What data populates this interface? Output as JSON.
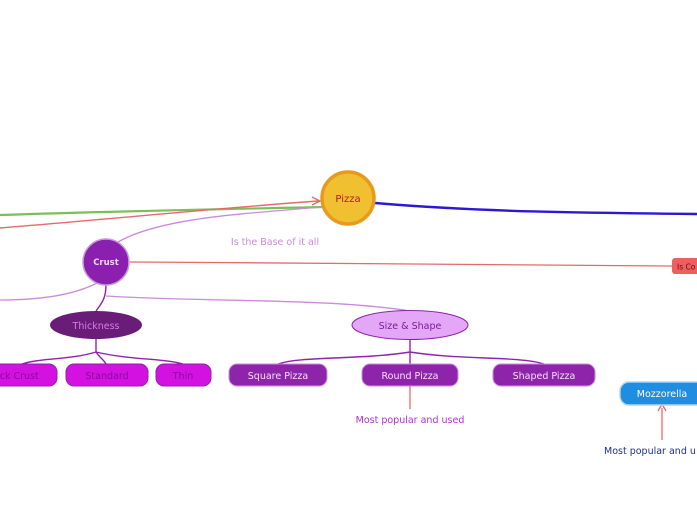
{
  "colors": {
    "root_fill": "#f0c030",
    "root_stroke": "#e89a1e",
    "root_text": "#b8192b",
    "crust_fill": "#8a1fb0",
    "crust_stroke": "#c59ad9",
    "thickness_fill": "#6a1d78",
    "thickness_text": "#d77ae8",
    "magenta_node": "#d311e0",
    "magenta_text": "#8a0aa0",
    "violet_node": "#8e24aa",
    "lilac_fill": "#e4a6f7",
    "lilac_text": "#7a1d9a",
    "purple_line": "#8e24aa",
    "lilac_line": "#c98bdd",
    "red_line": "#e46a6a",
    "green_line": "#7bbf5a",
    "blue_line": "#2b18d6",
    "tag_fill": "#ee5f5f",
    "cheese_fill": "#1f8de0",
    "cheese_stroke": "#a9d8f7",
    "navy_text": "#1b2f9b",
    "note_purple": "#b52fd4"
  },
  "diagram": {
    "root": {
      "label": "Pizza"
    },
    "crust": {
      "label": "Crust",
      "note": "Is the Base of it all"
    },
    "thickness": {
      "label": "Thickness",
      "children": [
        "Thick Crust",
        "Standard",
        "Thin"
      ]
    },
    "size_shape": {
      "label": "Size & Shape",
      "children": [
        "Square Pizza",
        "Round Pizza",
        "Shaped Pizza"
      ],
      "note": "Most popular and used"
    },
    "cheese_tag": {
      "label": "Is Co"
    },
    "mozzarella": {
      "label": "Mozzorella",
      "note": "Most popular and u"
    }
  }
}
